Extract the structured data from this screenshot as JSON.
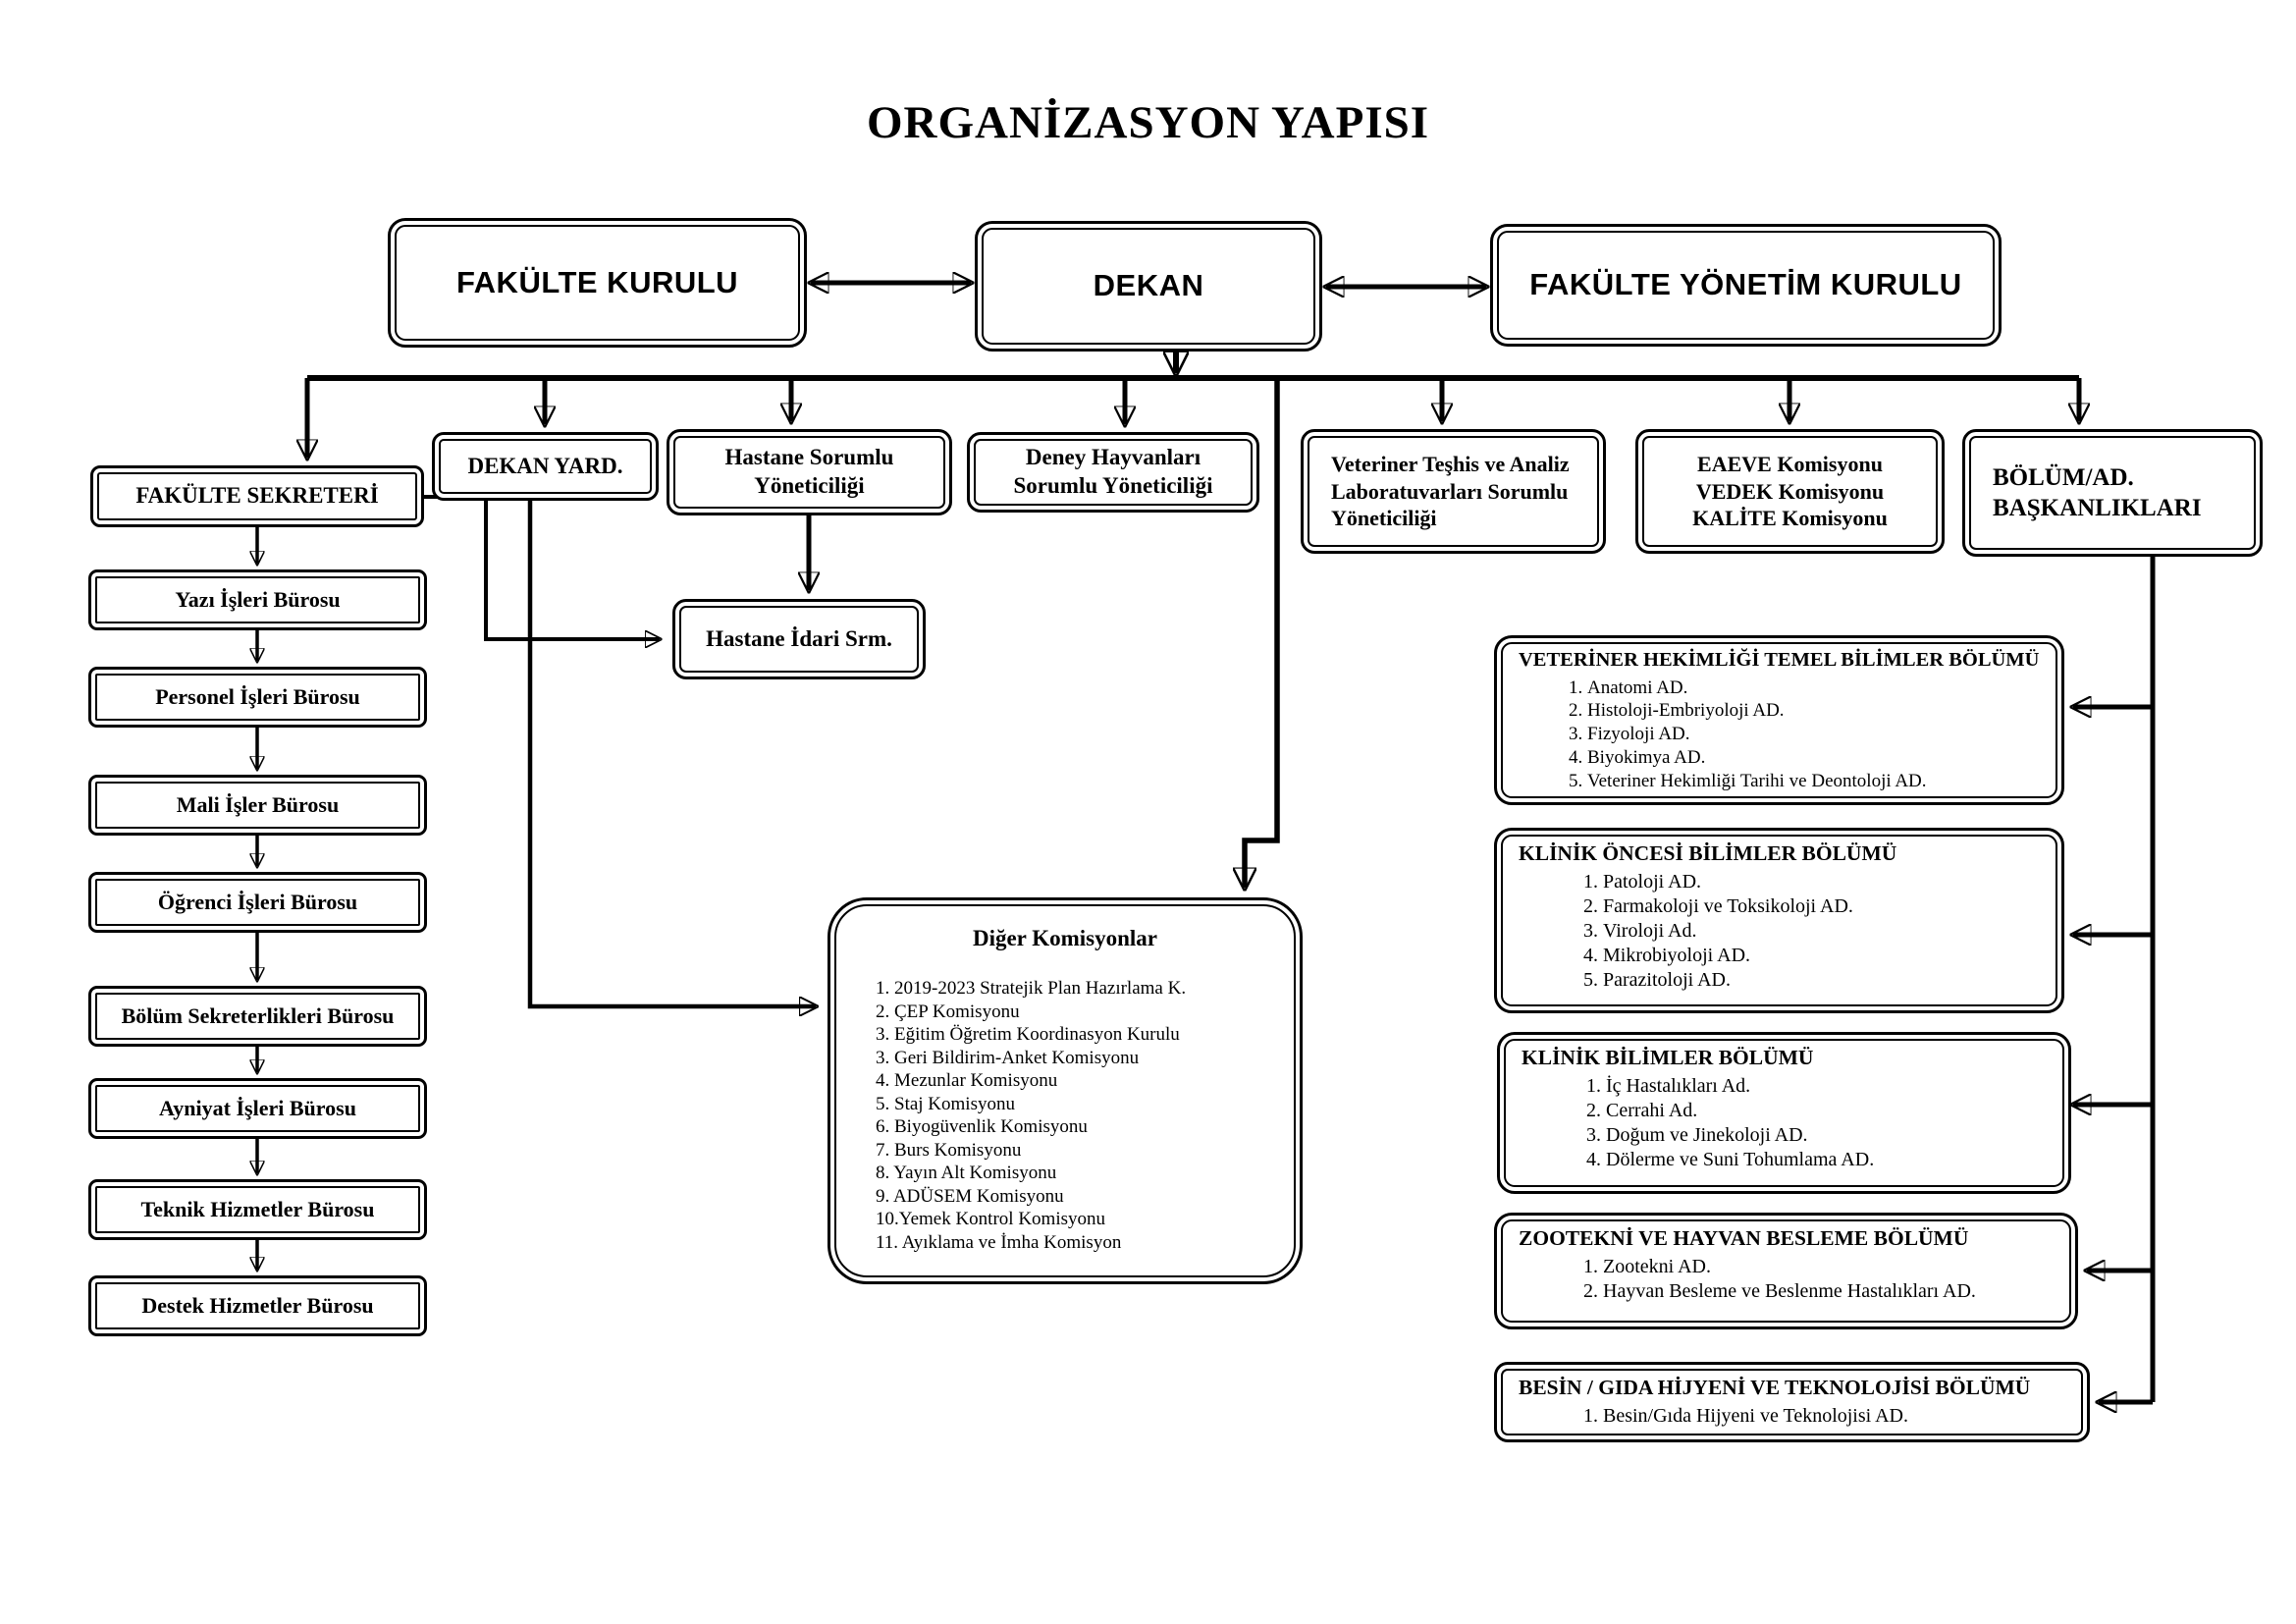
{
  "title": "ORGANİZASYON YAPISI",
  "colors": {
    "line": "#000000",
    "background": "#ffffff"
  },
  "nodes": {
    "fakulte_kurulu": "FAKÜLTE KURULU",
    "dekan": "DEKAN",
    "fakulte_yonetim_kurulu": "FAKÜLTE YÖNETİM KURULU",
    "fakulte_sekreteri": "FAKÜLTE SEKRETERİ",
    "dekan_yard": "DEKAN YARD.",
    "hastane_sorumlu": "Hastane Sorumlu\nYöneticiliği",
    "deney_hayvanlari": "Deney Hayvanları\nSorumlu Yöneticiliği",
    "veteriner_teshis": "Veteriner Teşhis ve Analiz\nLaboratuvarları Sorumlu\nYöneticiliği",
    "komisyonlar": "EAEVE Komisyonu\nVEDEK Komisyonu\nKALİTE Komisyonu",
    "bolum_baskanliklari": "BÖLÜM/AD.\nBAŞKANLIKLARI",
    "hastane_idari": "Hastane İdari Srm."
  },
  "left_column": [
    "Yazı İşleri Bürosu",
    "Personel İşleri Bürosu",
    "Mali İşler Bürosu",
    "Öğrenci İşleri Bürosu",
    "Bölüm Sekreterlikleri Bürosu",
    "Ayniyat İşleri Bürosu",
    "Teknik Hizmetler Bürosu",
    "Destek Hizmetler Bürosu"
  ],
  "diger_komisyonlar": {
    "title": "Diğer Komisyonlar",
    "items": [
      "1. 2019-2023 Stratejik Plan Hazırlama K.",
      "2. ÇEP Komisyonu",
      "3. Eğitim Öğretim Koordinasyon Kurulu",
      "3. Geri Bildirim-Anket Komisyonu",
      "4. Mezunlar Komisyonu",
      "5. Staj Komisyonu",
      "6. Biyogüvenlik Komisyonu",
      "7. Burs Komisyonu",
      "8. Yayın Alt Komisyonu",
      "9. ADÜSEM Komisyonu",
      "10.Yemek Kontrol Komisyonu",
      "11. Ayıklama ve İmha Komisyon"
    ]
  },
  "departments": [
    {
      "title": "VETERİNER HEKİMLİĞİ TEMEL BİLİMLER BÖLÜMÜ",
      "items": [
        "Anatomi AD.",
        "Histoloji-Embriyoloji AD.",
        "Fizyoloji AD.",
        "Biyokimya AD.",
        "Veteriner Hekimliği Tarihi ve Deontoloji AD."
      ]
    },
    {
      "title": "KLİNİK ÖNCESİ BİLİMLER BÖLÜMÜ",
      "items": [
        "Patoloji AD.",
        "Farmakoloji ve Toksikoloji AD.",
        "Viroloji Ad.",
        "Mikrobiyoloji AD.",
        "Parazitoloji AD."
      ]
    },
    {
      "title": "KLİNİK BİLİMLER BÖLÜMÜ",
      "items": [
        "İç Hastalıkları Ad.",
        "Cerrahi Ad.",
        "Doğum ve Jinekoloji AD.",
        "Dölerme ve Suni Tohumlama AD."
      ]
    },
    {
      "title": "ZOOTEKNİ VE HAYVAN BESLEME BÖLÜMÜ",
      "items": [
        "Zootekni AD.",
        "Hayvan Besleme ve Beslenme Hastalıkları AD."
      ]
    },
    {
      "title": "BESİN / GIDA HİJYENİ VE TEKNOLOJİSİ BÖLÜMÜ",
      "items": [
        "Besin/Gıda Hijyeni ve Teknolojisi AD."
      ]
    }
  ]
}
